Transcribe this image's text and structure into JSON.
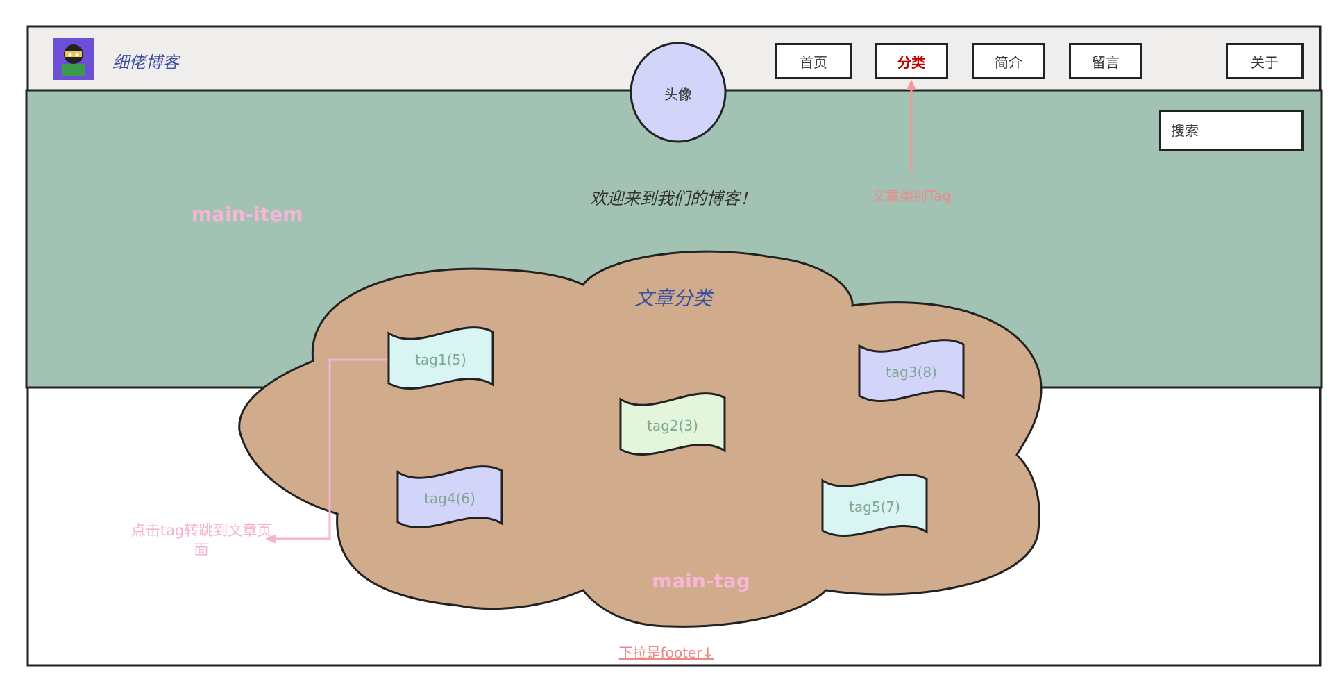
{
  "header": {
    "logo_text": "细佬博客",
    "avatar_label": "头像",
    "nav": [
      {
        "label": "首页",
        "active": false
      },
      {
        "label": "分类",
        "active": true
      },
      {
        "label": "简介",
        "active": false
      },
      {
        "label": "留言",
        "active": false
      },
      {
        "label": "关于",
        "active": false
      }
    ],
    "search_placeholder": "搜索"
  },
  "main_item": {
    "region_label": "main-item",
    "welcome_text": "欢迎来到我们的博客！",
    "annotation": "文章类别Tag"
  },
  "main_tag": {
    "title": "文章分类",
    "region_label": "main-tag",
    "tags": [
      {
        "label": "tag1(5)"
      },
      {
        "label": "tag2(3)"
      },
      {
        "label": "tag3(8)"
      },
      {
        "label": "tag4(6)"
      },
      {
        "label": "tag5(7)"
      }
    ],
    "hint": "点击tag转跳到文章页面"
  },
  "footer_hint": "下拉是footer↓",
  "colors": {
    "header_bg": "#f0eded",
    "main_item_bg": "#a2c2b4",
    "cloud_fill": "#d0ab8c",
    "avatar_fill": "#d2d4fa",
    "tag_cyan": "#d8f5f3",
    "tag_lavender": "#d2d4fa",
    "tag_green": "#e3f6dc",
    "annotation_pink": "#f7b6d6",
    "annotation_red": "#f08a8a"
  }
}
